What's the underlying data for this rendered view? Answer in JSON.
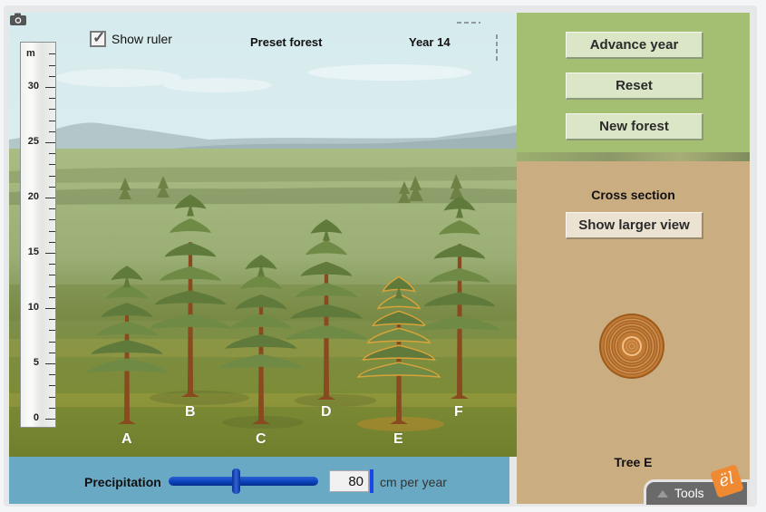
{
  "scene": {
    "show_ruler_label": "Show ruler",
    "show_ruler_checked": true,
    "forest_type": "Preset forest",
    "year_label": "Year 14",
    "ruler": {
      "unit": "m",
      "labels": [
        "30",
        "25",
        "20",
        "15",
        "10",
        "5",
        "0"
      ]
    },
    "trees": [
      {
        "label": "A",
        "height_m": 13.5
      },
      {
        "label": "B",
        "height_m": 17.5
      },
      {
        "label": "C",
        "height_m": 14.5
      },
      {
        "label": "D",
        "height_m": 15.5
      },
      {
        "label": "E",
        "height_m": 12.5,
        "selected": true
      },
      {
        "label": "F",
        "height_m": 17.5
      }
    ]
  },
  "precipitation": {
    "label": "Precipitation",
    "value": "80",
    "unit": "cm per year",
    "slider_fraction": 0.45
  },
  "controls": {
    "advance_year": "Advance year",
    "reset": "Reset",
    "new_forest": "New forest"
  },
  "cross_section": {
    "title": "Cross section",
    "show_larger_view": "Show larger view",
    "selected_tree": "Tree E"
  },
  "tools": {
    "label": "Tools"
  },
  "colors": {
    "control_panel": "#a4bf72",
    "cross_section_panel": "#cbad82",
    "precip_bar": "#69a9c3",
    "slider": "#0a3fb8"
  }
}
